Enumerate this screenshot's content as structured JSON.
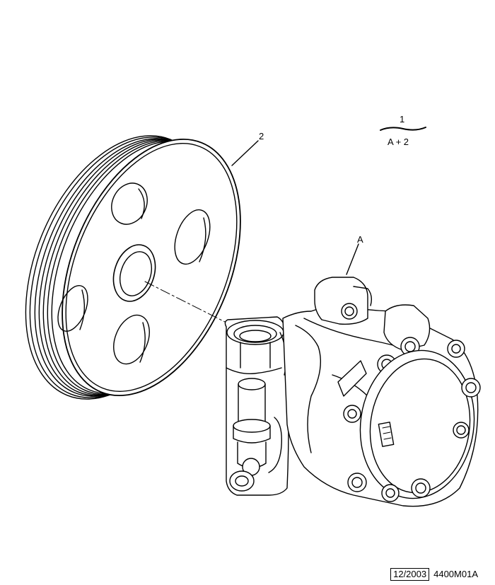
{
  "callouts": {
    "top": "1",
    "bottom": "A + 2",
    "pulley": "2",
    "pump": "A"
  },
  "footer": {
    "date": "12/2003",
    "reference": "4400M01A"
  }
}
